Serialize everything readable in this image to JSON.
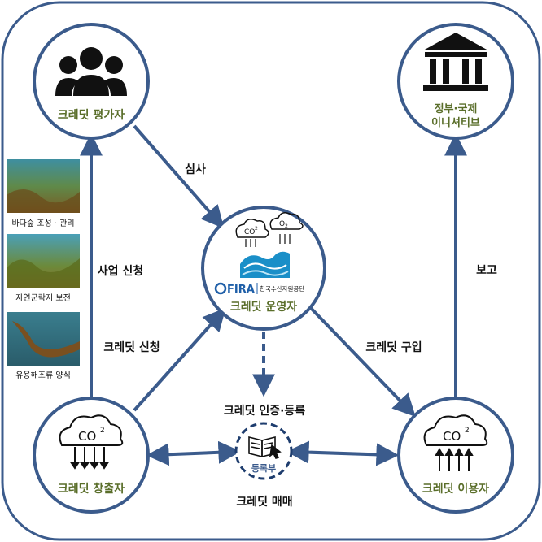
{
  "nodes": {
    "evaluator": {
      "label": "크레딧 평가자"
    },
    "government": {
      "line1": "정부·국제",
      "line2": "이니셔티브"
    },
    "operator": {
      "label": "크레딧 운영자",
      "org": "한국수산자원공단",
      "brand": "FIRA",
      "co2": "CO",
      "o2": "O"
    },
    "emitter": {
      "label": "크레딧 창출자",
      "co2": "CO"
    },
    "user": {
      "label": "크레딧 이용자",
      "co2": "CO"
    },
    "registry": {
      "label": "등록부"
    }
  },
  "edges": {
    "review": "심사",
    "project_apply": "사업 신청",
    "report": "보고",
    "credit_apply": "크레딧 신청",
    "purchase": "크레딧 구입",
    "certify": "크레딧 인증·등록",
    "trade": "크레딧 매매"
  },
  "photos": [
    {
      "caption": "바다숲 조성 · 관리"
    },
    {
      "caption": "자연군락지 보전"
    },
    {
      "caption": "유용해조류 양식"
    }
  ],
  "colors": {
    "accent": "#3b5b8c",
    "node_label": "#5a6e2a",
    "fira_blue": "#1f5fa8"
  }
}
